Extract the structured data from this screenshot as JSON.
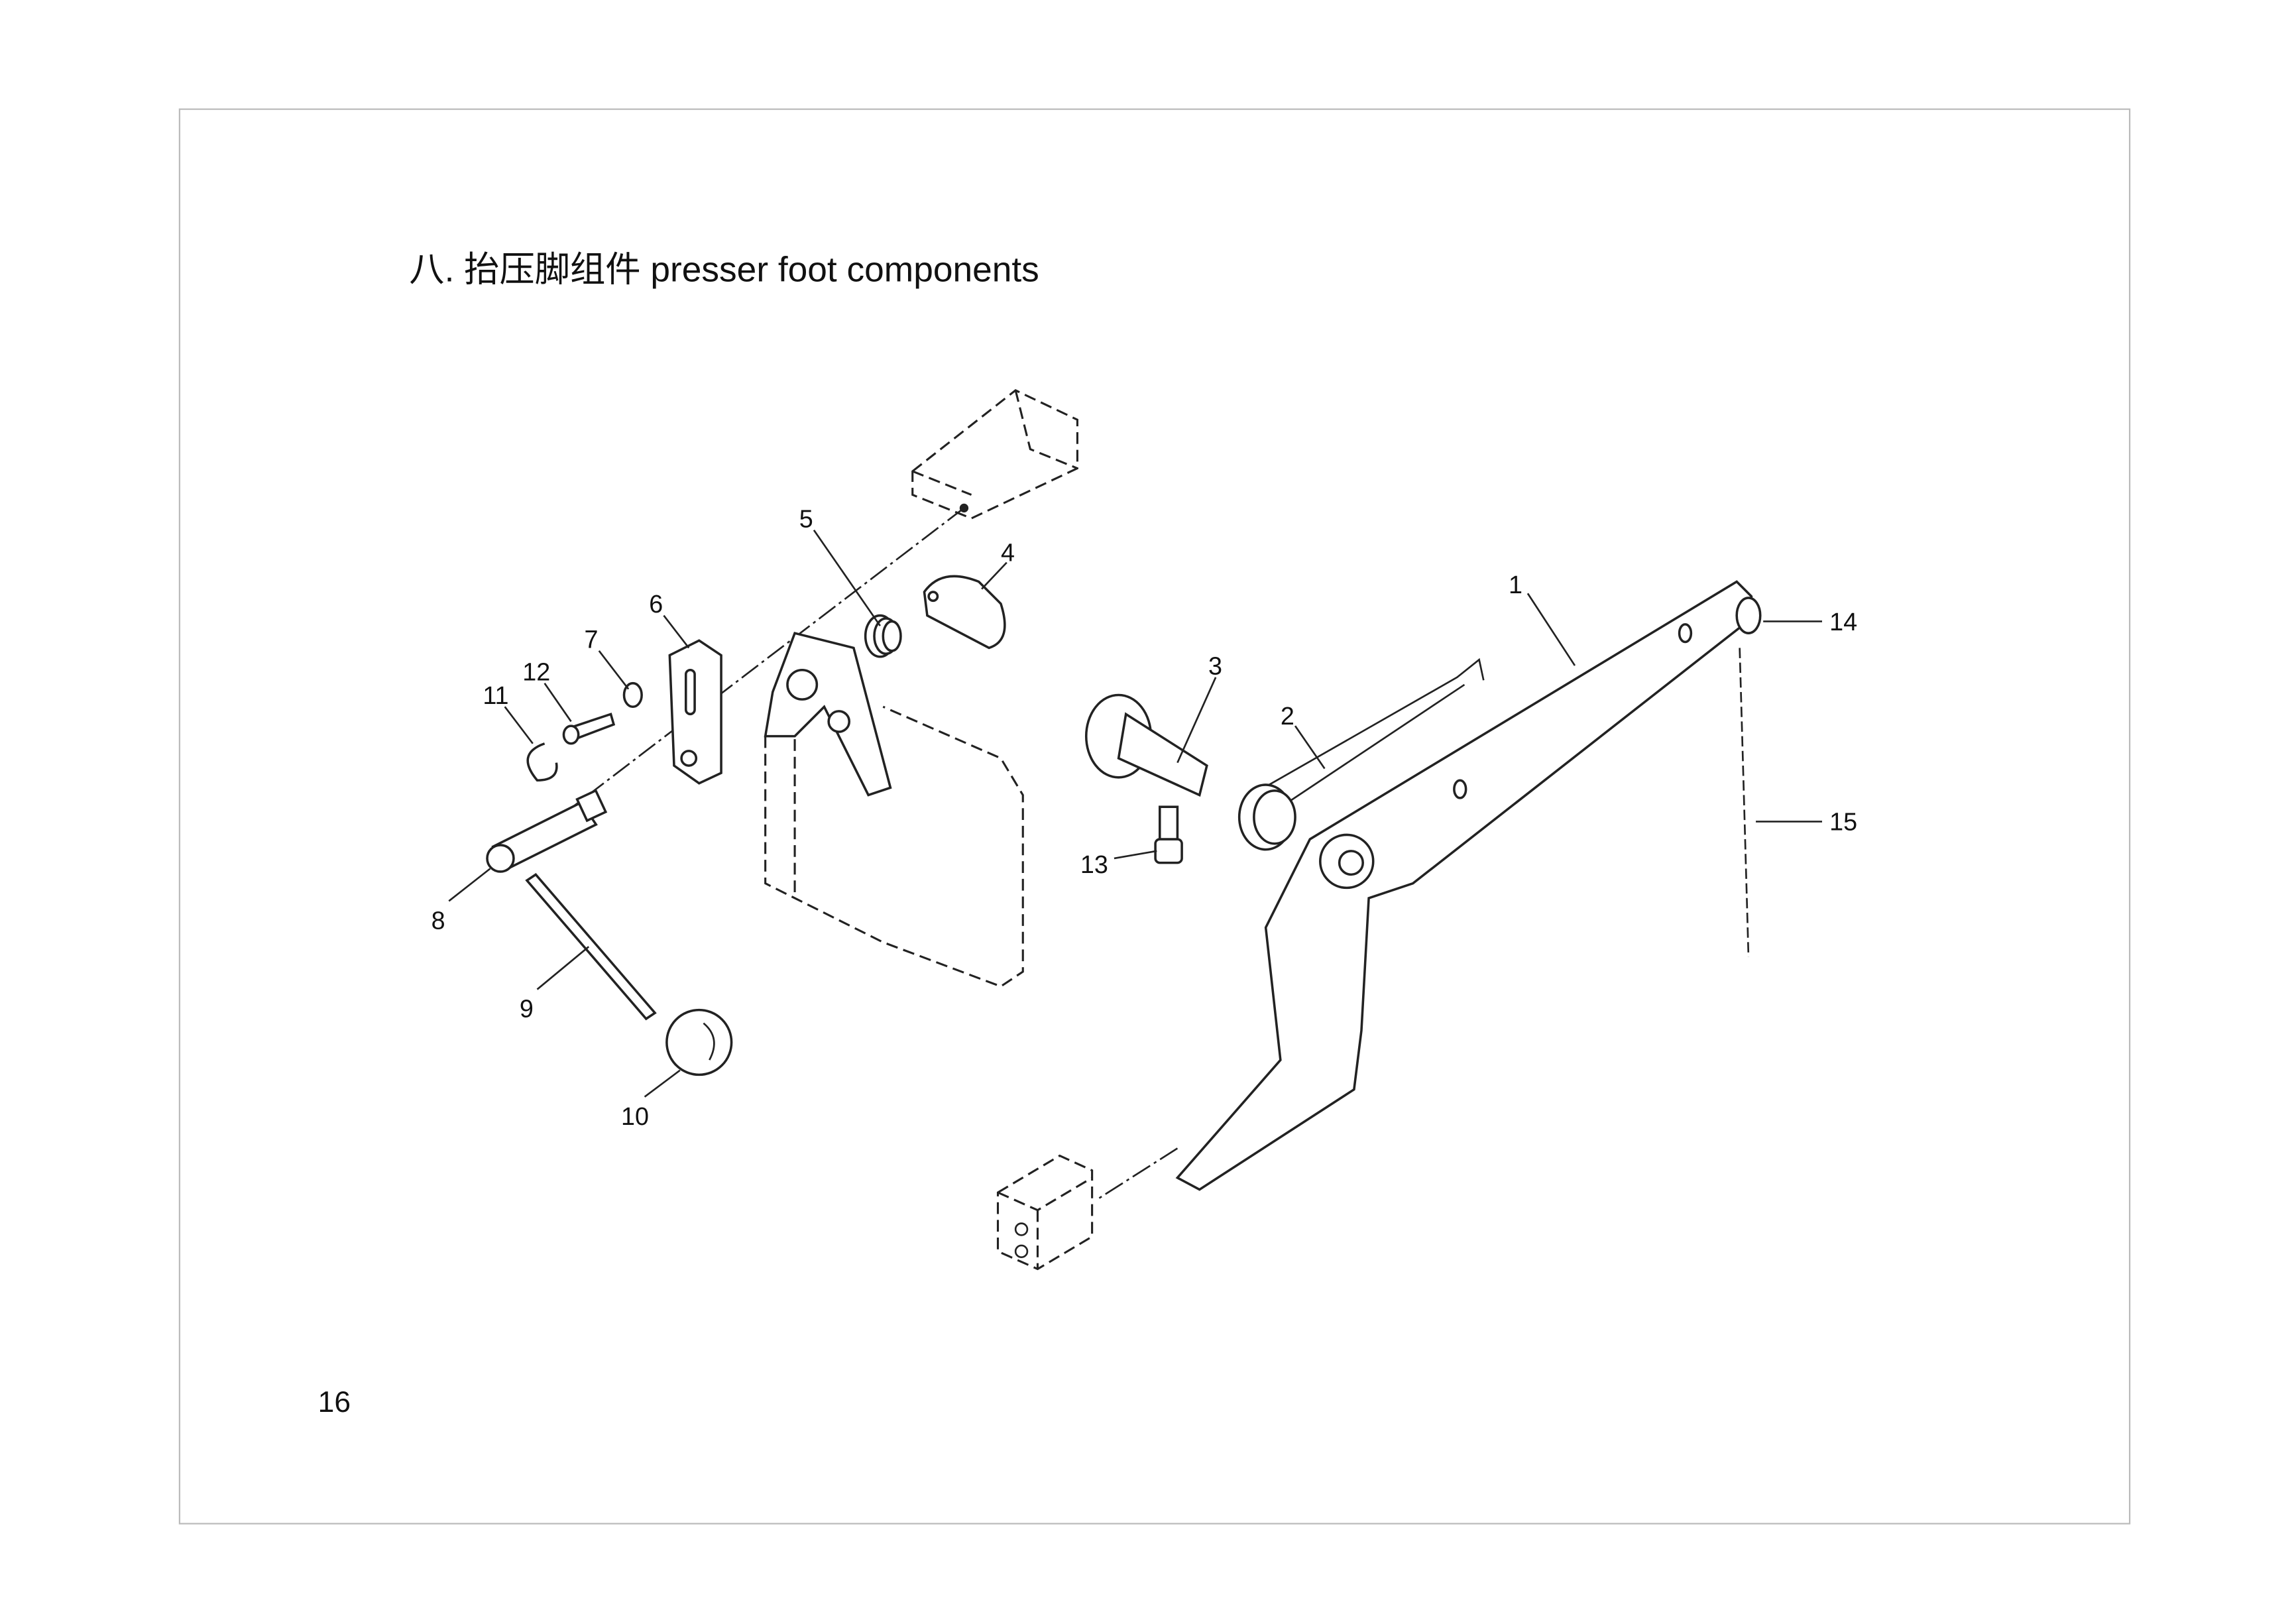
{
  "title": "八. 抬压脚组件  presser foot components",
  "page_number": "16",
  "callouts": [
    "1",
    "2",
    "3",
    "4",
    "5",
    "6",
    "7",
    "8",
    "9",
    "10",
    "11",
    "12",
    "13",
    "14",
    "15"
  ]
}
